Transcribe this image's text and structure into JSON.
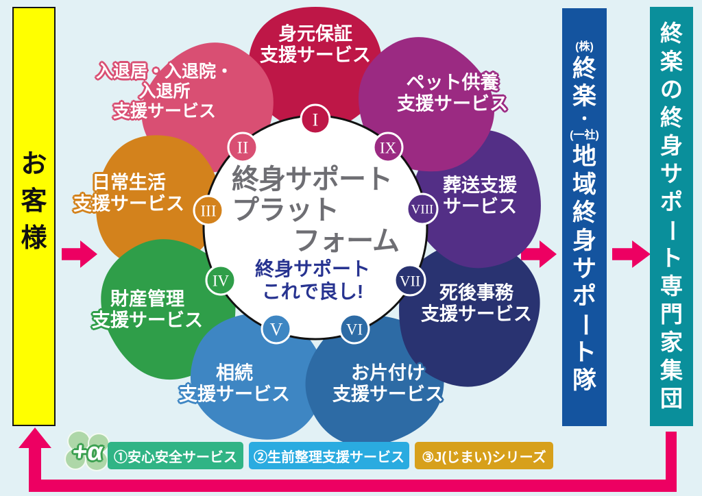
{
  "colors": {
    "background": "#e2f1f5",
    "accent_pink": "#ed0062",
    "customer_bar_yellow": "#ffff00",
    "company_bar_blue": "#14549f",
    "experts_bar_teal": "#0a8f9b",
    "center_title_gray": "#6e6e73",
    "center_slogan_navy": "#273390"
  },
  "icons": {
    "flow_arrows": "right-block-arrow",
    "loop_arrow": "up-block-arrow",
    "plus_alpha_clover": "clover-shape"
  },
  "customer_bar": {
    "chars": [
      "お",
      "客",
      "様"
    ]
  },
  "platform": {
    "title_lines": [
      "終身サポート",
      "プラット",
      "フォーム"
    ],
    "slogan_lines": [
      "終身サポート",
      "これで良し!"
    ]
  },
  "petals": [
    {
      "numeral": "I",
      "color": "#be1747",
      "label_lines": [
        "身元保証",
        "支援サービス"
      ]
    },
    {
      "numeral": "II",
      "color": "#d94f73",
      "label_lines": [
        "入退居・入退院・",
        "入退所",
        "支援サービス"
      ]
    },
    {
      "numeral": "III",
      "color": "#d3821c",
      "label_lines": [
        "日常生活",
        "支援サービス"
      ]
    },
    {
      "numeral": "IV",
      "color": "#2f9e49",
      "label_lines": [
        "財産管理",
        "支援サービス"
      ]
    },
    {
      "numeral": "V",
      "color": "#3e86c3",
      "label_lines": [
        "相続",
        "支援サービス"
      ]
    },
    {
      "numeral": "VI",
      "color": "#2d6ba5",
      "label_lines": [
        "お片付け",
        "支援サービス"
      ]
    },
    {
      "numeral": "VII",
      "color": "#293371",
      "label_lines": [
        "死後事務",
        "支援サービス"
      ]
    },
    {
      "numeral": "VIII",
      "color": "#532f86",
      "label_lines": [
        "葬送支援",
        "サービス"
      ]
    },
    {
      "numeral": "IX",
      "color": "#9b2a82",
      "label_lines": [
        "ペット供養",
        "支援サービス"
      ]
    }
  ],
  "company_bar": {
    "tokens": [
      "(株)",
      "終",
      "楽",
      "・",
      "(一社)",
      "地",
      "域",
      "終",
      "身",
      "サ",
      "ポ",
      "ー",
      "ト",
      "隊"
    ]
  },
  "experts_bar": {
    "chars": [
      "終",
      "楽",
      "の",
      "終",
      "身",
      "サ",
      "ポ",
      "ー",
      "ト",
      "専",
      "門",
      "家",
      "集",
      "団"
    ]
  },
  "plus_alpha": {
    "label": "+α"
  },
  "bottom_boxes": [
    {
      "label": "①安心安全サービス",
      "color": "#30b485"
    },
    {
      "label": "②生前整理支援サービス",
      "color": "#2aabe0"
    },
    {
      "label": "③J(じまい)シリーズ",
      "color": "#d7a01b"
    }
  ]
}
